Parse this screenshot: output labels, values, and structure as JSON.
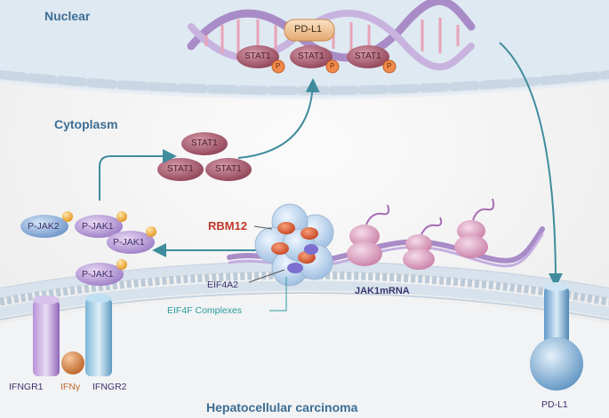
{
  "regions": {
    "nucleus": "Nuclear",
    "cytoplasm": "Cytoplasm",
    "cell": "Hepatocellular carcinoma"
  },
  "nucleus_proteins": {
    "pdl1_gene": "PD-L1",
    "stat1": [
      "STAT1",
      "STAT1",
      "STAT1"
    ],
    "phospho": "P"
  },
  "cytoplasm_stat1": [
    "STAT1",
    "STAT1",
    "STAT1"
  ],
  "kinases": {
    "pjak2": "P-JAK2",
    "pjak1": [
      "P-JAK1",
      "P-JAK1",
      "P-JAK1"
    ]
  },
  "translation": {
    "rbm12": "RBM12",
    "eif4a2": "EIF4A2",
    "eif4f": "EIF4F Complexes",
    "mrna": "JAK1mRNA"
  },
  "membrane": {
    "receptor1": "IFNGR1",
    "ligand": "IFNγ",
    "receptor2": "IFNGR2",
    "pdl1": "PD-L1"
  },
  "colors": {
    "region_text": "#3d6d93",
    "rbm12": "#c0392b",
    "eif4f_text": "#2a9a9a",
    "arrow": "#3f8c9c"
  }
}
